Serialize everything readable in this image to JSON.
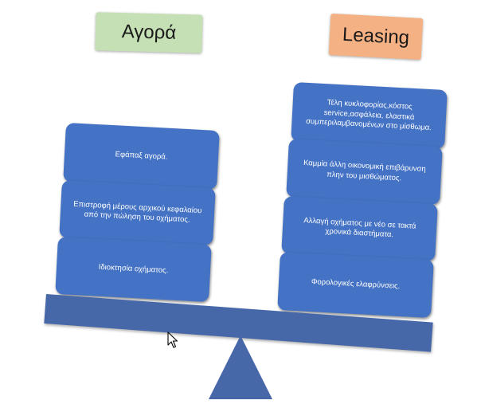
{
  "colors": {
    "card": "#4472c4",
    "beam": "#4667a8",
    "fulcrum": "#4667a8",
    "left_title_bg": "#c5e0b4",
    "right_title_bg": "#f4b183"
  },
  "left": {
    "title": "Αγορά",
    "items": [
      "Εφάπαξ αγορά.",
      "Επιστροφή μέρους αρχικού κεφαλαίου από την πώληση του οχήματος.",
      "Ιδιοκτησία οχήματος."
    ]
  },
  "right": {
    "title": "Leasing",
    "items": [
      "Τέλη κυκλοφορίας,κόστος service,ασφάλεια, ελαστικά συμπεριλαμβανομένων στο μίσθωμα.",
      "Καμμία άλλη οικονομική επιβάρυνση πλην του μισθώματος.",
      "Αλλαγή οχήματος με νέο σε τακτά χρονικά διαστήματα.",
      "Φορολογικές ελαφρύνσεις."
    ]
  },
  "icons": {
    "cursor": "mouse-pointer-icon"
  }
}
